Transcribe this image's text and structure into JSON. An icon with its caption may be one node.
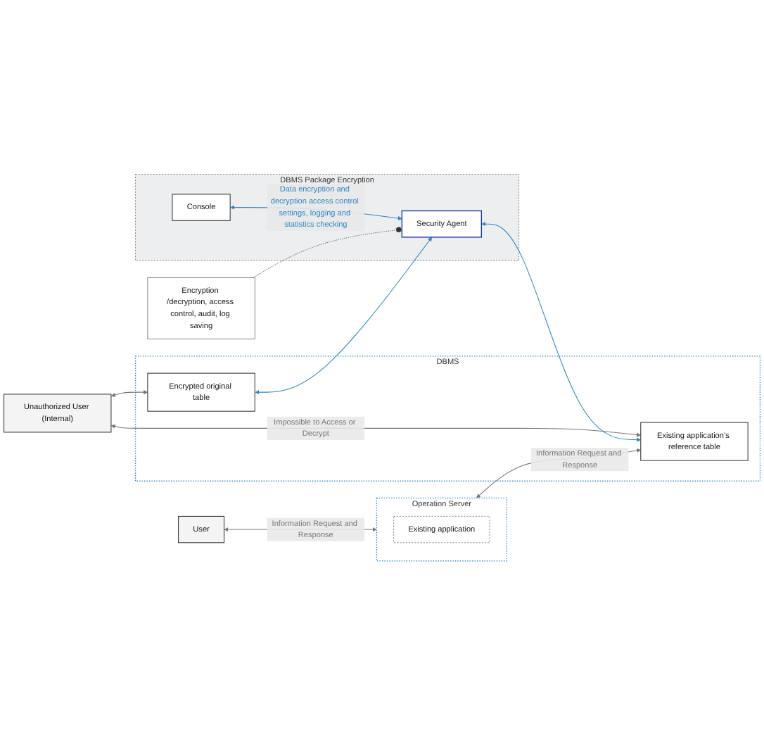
{
  "diagram": {
    "nodes": [
      {
        "text": [
          "User"
        ]
      },
      {
        "text": [
          "Operation Server"
        ]
      },
      {
        "text": [
          "Existing application"
        ],
        "in": 1
      },
      {
        "text": [
          "DBMS"
        ]
      },
      {
        "text": [
          "Existing application’s reference table"
        ],
        "in": 3
      },
      {
        "text": [
          "Encrypted original table"
        ],
        "in": 3
      },
      {
        "text": [
          "Unauthorized User (Internal)"
        ]
      },
      {
        "text": [
          "DBMS Package Encryption"
        ]
      },
      {
        "text": [
          "Console"
        ],
        "in": 7
      },
      {
        "text": [
          "Security Agent"
        ],
        "in": 7
      },
      {
        "text": [
          "Encryption /decryption, access control, audit, log saving"
        ]
      }
    ],
    "edges": [
      {
        "from": 0,
        "to": 1,
        "arrow": "both",
        "label": "Information Request and Response"
      },
      {
        "from": 1,
        "to": 4,
        "arrow": "both",
        "label": "Information Request and Response"
      },
      {
        "from": 6,
        "to": 4,
        "arrow": "both",
        "label": "Impossible to Access or Decrypt"
      },
      {
        "from": 6,
        "to": 5,
        "arrow": "both"
      },
      {
        "from": 8,
        "to": 9,
        "arrow": "both",
        "label": "Data encryption and decryption access control settings, logging and statistics checking",
        "color": "#2a88c8"
      },
      {
        "from": 5,
        "to": 9,
        "arrow": "both",
        "color": "#2a88c8"
      },
      {
        "from": 9,
        "to": 4,
        "arrow": "both",
        "color": "#2a88c8"
      },
      {
        "from": 10,
        "to": 9,
        "arrow": "other",
        "style": "dashed"
      }
    ]
  }
}
